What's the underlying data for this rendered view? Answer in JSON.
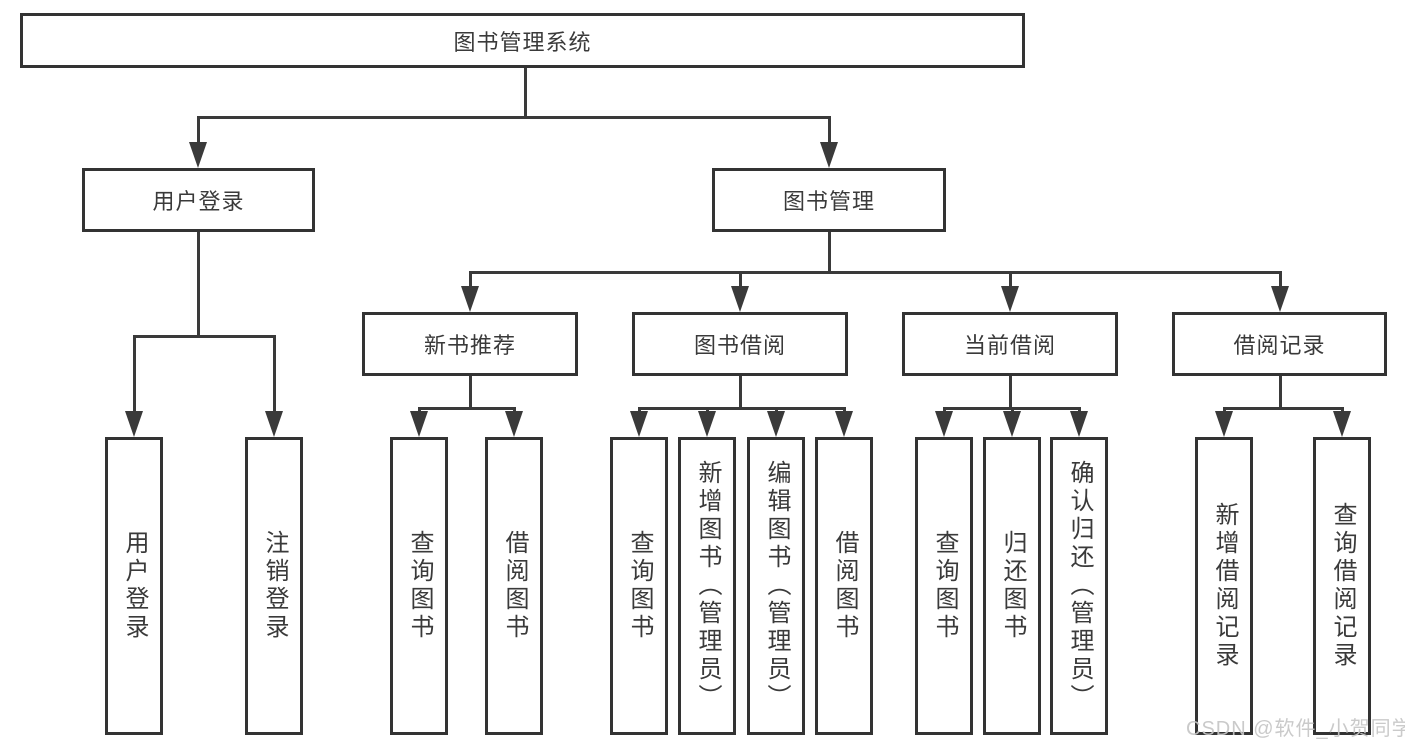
{
  "tree": {
    "root": "图书管理系统",
    "children": [
      {
        "label": "用户登录",
        "children": [
          "用户登录",
          "注销登录"
        ]
      },
      {
        "label": "图书管理",
        "children": [
          {
            "label": "新书推荐",
            "children": [
              "查询图书",
              "借阅图书"
            ]
          },
          {
            "label": "图书借阅",
            "children": [
              "查询图书",
              "新增图书（管理员）",
              "编辑图书（管理员）",
              "借阅图书"
            ]
          },
          {
            "label": "当前借阅",
            "children": [
              "查询图书",
              "归还图书",
              "确认归还（管理员）"
            ]
          },
          {
            "label": "借阅记录",
            "children": [
              "新增借阅记录",
              "查询借阅记录"
            ]
          }
        ]
      }
    ]
  },
  "watermark": {
    "text": "CSDN @软件_小贺同学"
  },
  "colors": {
    "line": "#3a3a3a",
    "box_border": "#333333",
    "text": "#3a3a3a",
    "background": "#ffffff",
    "watermark_text": "#c6c6c6"
  }
}
